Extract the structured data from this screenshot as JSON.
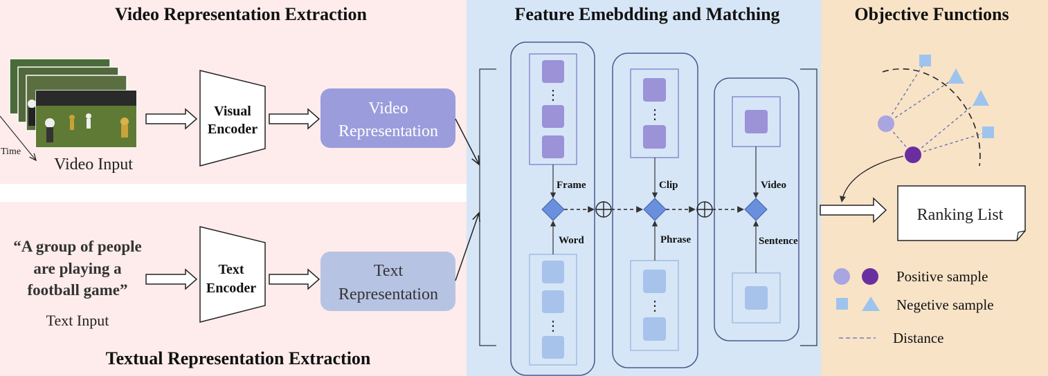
{
  "sections": {
    "video_extraction_title": "Video Representation Extraction",
    "textual_extraction_title": "Textual Representation Extraction",
    "matching_title": "Feature Emebdding and Matching",
    "objective_title": "Objective Functions"
  },
  "video_branch": {
    "time_label": "Time",
    "input_label": "Video Input",
    "encoder_line1": "Visual",
    "encoder_line2": "Encoder",
    "repr_line1": "Video",
    "repr_line2": "Representation"
  },
  "text_branch": {
    "quote_line1": "“A group of people",
    "quote_line2": "are playing a",
    "quote_line3": "football game”",
    "input_label": "Text Input",
    "encoder_line1": "Text",
    "encoder_line2": "Encoder",
    "repr_line1": "Text",
    "repr_line2": "Representation"
  },
  "matching": {
    "levels": [
      {
        "top": "Frame",
        "bottom": "Word"
      },
      {
        "top": "Clip",
        "bottom": "Phrase"
      },
      {
        "top": "Video",
        "bottom": "Sentence"
      }
    ],
    "ellipsis": "⋮"
  },
  "objective": {
    "ranking_label": "Ranking List",
    "legend": {
      "positive": "Positive sample",
      "negative": "Negetive sample",
      "distance": "Distance"
    }
  },
  "colors": {
    "pink_bg": "#fdeceb",
    "blue_bg": "#d6e6f7",
    "tan_bg": "#f8e3c7",
    "video_repr": "#9b9cdc",
    "text_repr": "#b7c3e3",
    "frame_square": "#9b92d8",
    "word_square": "#a7c3eb",
    "diamond": "#6a8fdc",
    "positive_light": "#a9a5e1",
    "positive_dark": "#6a2f9f",
    "negative": "#9ec4ee"
  },
  "icons": [
    "circle-plus-icon",
    "diamond-node-icon",
    "arrow-right-icon",
    "film-frames-icon"
  ]
}
